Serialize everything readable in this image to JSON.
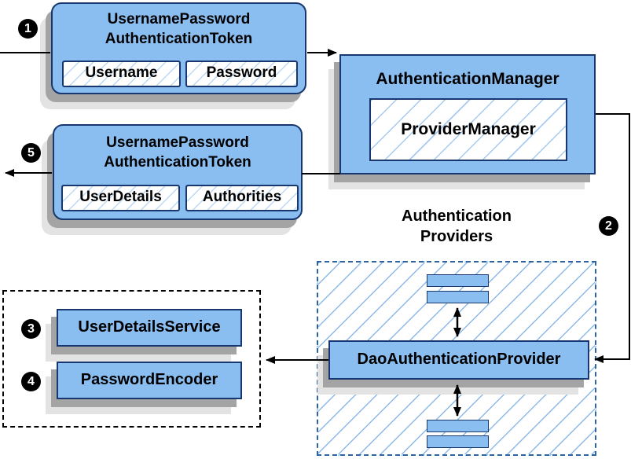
{
  "badges": {
    "step1": "1",
    "step2": "2",
    "step3": "3",
    "step4": "4",
    "step5": "5"
  },
  "nodes": {
    "request_token": {
      "title_line1": "UsernamePassword",
      "title_line2": "AuthenticationToken",
      "field1": "Username",
      "field2": "Password"
    },
    "authentication_manager": {
      "title": "AuthenticationManager",
      "inner_box": "ProviderManager"
    },
    "result_token": {
      "title_line1": "UsernamePassword",
      "title_line2": "AuthenticationToken",
      "field1": "UserDetails",
      "field2": "Authorities"
    },
    "providers_group": {
      "label_line1": "Authentication",
      "label_line2": "Providers"
    },
    "dao_provider": {
      "title": "DaoAuthenticationProvider"
    },
    "user_details_service": {
      "title": "UserDetailsService"
    },
    "password_encoder": {
      "title": "PasswordEncoder"
    }
  },
  "colors": {
    "node_fill": "#8abdf0",
    "node_border": "#17376e",
    "hatch_line": "#8ab9ea",
    "shadow_dark": "#a4a4a4",
    "shadow_light": "#e3e3e3",
    "providers_dashed_border": "#2e64a5",
    "beans_dotted_border": "#000000",
    "connector": "#000000",
    "badge_background": "#000000",
    "badge_text": "#ffffff",
    "background": "#ffffff"
  }
}
